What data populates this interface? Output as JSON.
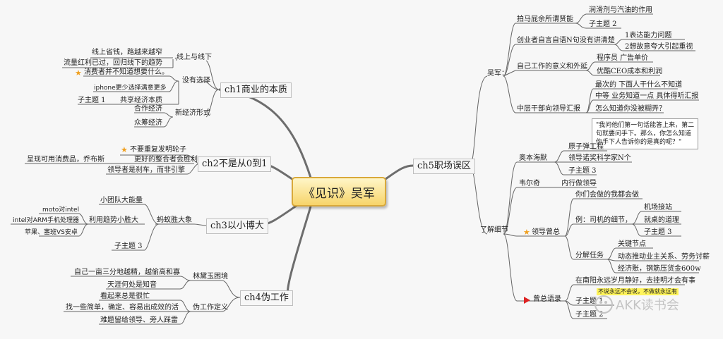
{
  "center": "《见识》吴军",
  "ch1": {
    "title": "ch1商业的本质",
    "online_offline": "线上与线下",
    "online_cheap": "线上省钱，路越来越窄",
    "traffic": "流量红利已过，回归线下的趋势",
    "choice": "没有选择",
    "consumer": "消费者并不知道想要什么。",
    "iphone": "iphone更少选择满意更多",
    "sub1": "子主题 1",
    "sharing": "共享经济本质",
    "new_forms": "新经济形式",
    "coop": "合作经济",
    "crowd": "众筹经济"
  },
  "ch2": {
    "title": "ch2不是从0到1",
    "no_reinvent": "不要重复发明轮子",
    "better_integration": "更好的整合者会胜利",
    "jobs": "呈现可用消费品，乔布斯",
    "leaders": "领导者是刹车，而非引擎"
  },
  "ch3": {
    "title": "ch3以小博大",
    "ants": "蚂蚁胜大象",
    "small_team": "小团队大能量",
    "trend": "利用趋势小胜大",
    "moto": "moto对intel",
    "arm": "intel对ARM手机处理器",
    "apple": "苹果、塞班VS安卓",
    "sub3": "子主题 3"
  },
  "ch4": {
    "title": "ch4伪工作",
    "lin": "林黛玉困境",
    "lin_desc": "自己一亩三分地越精，越偷高和寡",
    "know": "天涯何处是知音",
    "fake_def": "伪工作定义",
    "busy": "看起来总是很忙",
    "simple": "找一些简单，确定、容易出成效的活",
    "problems": "难题留给领导、旁人踩雷"
  },
  "ch5": {
    "title": "ch5职场误区",
    "wujun": "吴军：",
    "kiss": "拍马屁余所谓贤能",
    "lube": "润滑剂与汽油的作用",
    "sub2a": "子主题 2",
    "founder": "创业者自言自语N句没有讲清楚",
    "f1": "1表达能力问题",
    "f2": "2想故意夸大引起重视",
    "self_work": "自己工作的意义和外延",
    "programmer": "程序员 广告单价",
    "ceo": "优酷CEO成本和利润",
    "mid": "中层干部向领导汇报",
    "m1": "最次的 下面人干什么不知道",
    "m2": "中等 业务知道一点 具体得听汇报",
    "m3": "怎么知道你没被糊弄？",
    "m4a": "\"我问他们第一句话能答上来，第二",
    "m4b": "句就要问手下。那么，你怎么知道",
    "m4c": "你手下人告诉你的是真的呢？\"",
    "oppen": "奥本海默",
    "atomic": "原子弹工程",
    "nobel": "领导诺奖科学家N个",
    "sub3": "子主题 3",
    "feynman": "韦尔奇",
    "inner": "内行做领导",
    "details": "了解细节",
    "boss_guide": "领导曾总",
    "we_do": "你们会做的我都会做",
    "example": "例：司机的细节，",
    "airport": "机场接站",
    "principle": "就桌的道理",
    "sub3b": "子主题 3",
    "split": "分解任务",
    "key": "关键节点",
    "momentum": "动态推动业主关系、劳务讨薪",
    "eco": "经济账，钢筋压货金600w",
    "zeng": "曾总语录",
    "nanyang": "在南阳永远岁月静好，去挂明才会有事",
    "highlight": "不说永远不会说，不做就永远有",
    "sub1": "子主题 1",
    "sub2": "子主题 2"
  },
  "watermark": "AKK读书会"
}
